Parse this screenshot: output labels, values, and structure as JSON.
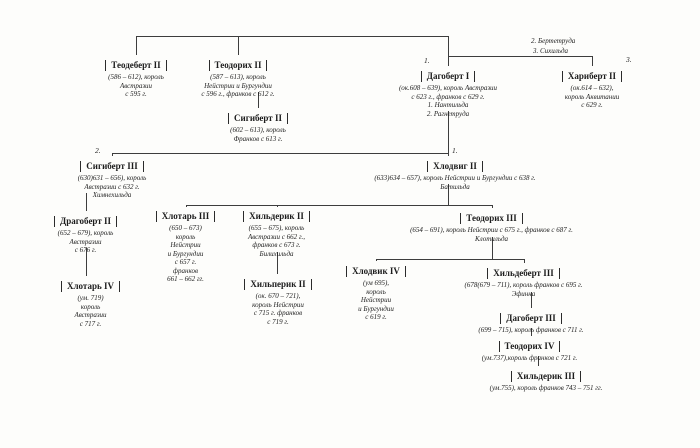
{
  "spouse_notes": [
    "2. Бертетруда",
    "3. Сихильда"
  ],
  "markers": {
    "dagobert1": "1.",
    "haribert2": "3.",
    "sigibert3": "2.",
    "hlodvig2": "1."
  },
  "nodes": {
    "teodebert2": {
      "name": "Теодеберт II",
      "lines": [
        "(586 – 612), король",
        "Австразии",
        "с 595 г."
      ]
    },
    "teodorih2": {
      "name": "Теодорих II",
      "lines": [
        "(587 – 613), король",
        "Нейстрии и Бургундии",
        "с 596 г., франков с 612 г."
      ]
    },
    "dagobert1": {
      "name": "Дагоберт I",
      "lines": [
        "(ок.608 – 639), король Австразии",
        "с 623 г., франков с 629 г.",
        "1. Нантильда",
        "2. Рагнетруда"
      ]
    },
    "haribert2": {
      "name": "Хариберт II",
      "lines": [
        "(ок.614 – 632),",
        "король Аквитании",
        "с 629 г."
      ]
    },
    "sigibert2": {
      "name": "Сигиберт II",
      "lines": [
        "(602 – 613), король",
        "Франков с 613 г."
      ]
    },
    "sigibert3": {
      "name": "Сигиберт III",
      "lines": [
        "(630)631 – 656), король",
        "Австразии с 632 г.",
        "Химнехильда"
      ]
    },
    "hlodvig2": {
      "name": "Хлодвиг II",
      "lines": [
        "(633)634 – 657), король Нейстрии и Бургундии с 638 г.",
        "Батильда"
      ]
    },
    "dragobert2": {
      "name": "Драгоберт II",
      "lines": [
        "(652 – 679), король",
        "Австразии",
        "с 676 г."
      ]
    },
    "hlotar3": {
      "name": "Хлотарь III",
      "lines": [
        "(650 – 673)",
        "король",
        "Нейстрии",
        "и Бургундии",
        "с 657 г.",
        "франков",
        "661 – 662 гг."
      ]
    },
    "hilderik2": {
      "name": "Хильдерик II",
      "lines": [
        "(655 – 675), король",
        "Австразии с 662 г.,",
        "франков с 673 г.",
        "Билихильда"
      ]
    },
    "teodorih3": {
      "name": "Теодорих III",
      "lines": [
        "(654 – 691), король Нейстрии с 675 г., франков с 687 г.",
        "Клотильда"
      ]
    },
    "hlotar4": {
      "name": "Хлотарь IV",
      "lines": [
        "(ум. 719)",
        "король",
        "Австразии",
        "с 717 г."
      ]
    },
    "hilperik2": {
      "name": "Хильперик II",
      "lines": [
        "(ок. 670 – 721),",
        "король Нейстрии",
        "с 715 г. франков",
        "с 719 г."
      ]
    },
    "hlodvik4": {
      "name": "Хлодвик IV",
      "lines": [
        "(ум 695),",
        "король",
        "Нейстрии",
        "и Бургундии",
        "с 619 г."
      ]
    },
    "hildebert3": {
      "name": "Хильдеберт III",
      "lines": [
        "(678(679 – 711), король франков с 695 г.",
        "Эфинна"
      ]
    },
    "dagobert3": {
      "name": "Дагоберт III",
      "lines": [
        "(699 – 715), король франков с 711 г."
      ]
    },
    "teodorih4": {
      "name": "Теодорих IV",
      "lines": [
        "(ум.737),король франков с 721 г."
      ]
    },
    "hilderik3": {
      "name": "Хильдерик III",
      "lines": [
        "(ум.755), король франков 743 – 751 гг."
      ]
    }
  }
}
